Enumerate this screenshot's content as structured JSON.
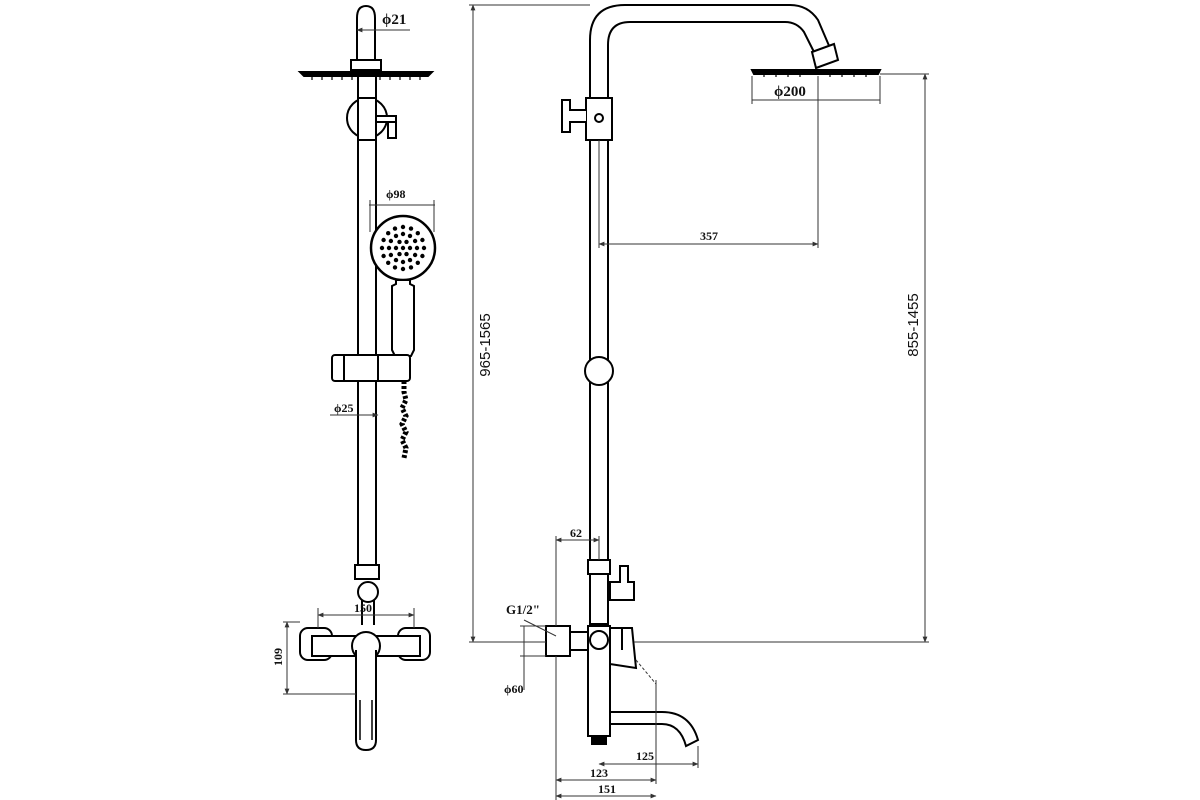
{
  "front_view": {
    "pipe_diameter_top": "ϕ21",
    "handshower_diameter": "ϕ98",
    "rail_diameter": "ϕ25",
    "mixer_width": "150",
    "mixer_height": "109"
  },
  "side_view": {
    "head_diameter": "ϕ200",
    "arm_reach": "357",
    "total_height": "965-1565",
    "head_height": "855-1455",
    "diverter_offset": "62",
    "thread": "G1/2\"",
    "escutcheon_diameter": "ϕ60",
    "spout_length": "125",
    "mixer_depth": "123",
    "overall_depth": "151"
  },
  "colors": {
    "line": "#000000",
    "dim_line": "#333333",
    "background": "#ffffff"
  }
}
